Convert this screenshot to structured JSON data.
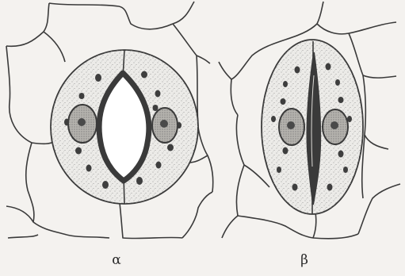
{
  "figure": {
    "panels": [
      {
        "id": "alpha",
        "label": "α",
        "state": "open"
      },
      {
        "id": "beta",
        "label": "β",
        "state": "closed"
      }
    ],
    "colors": {
      "background": "#f4f2ef",
      "ink": "#3a3a3a",
      "cell_fill": "#ecebe8",
      "stipple": "#8a8a8a",
      "pore": "#ffffff"
    }
  }
}
